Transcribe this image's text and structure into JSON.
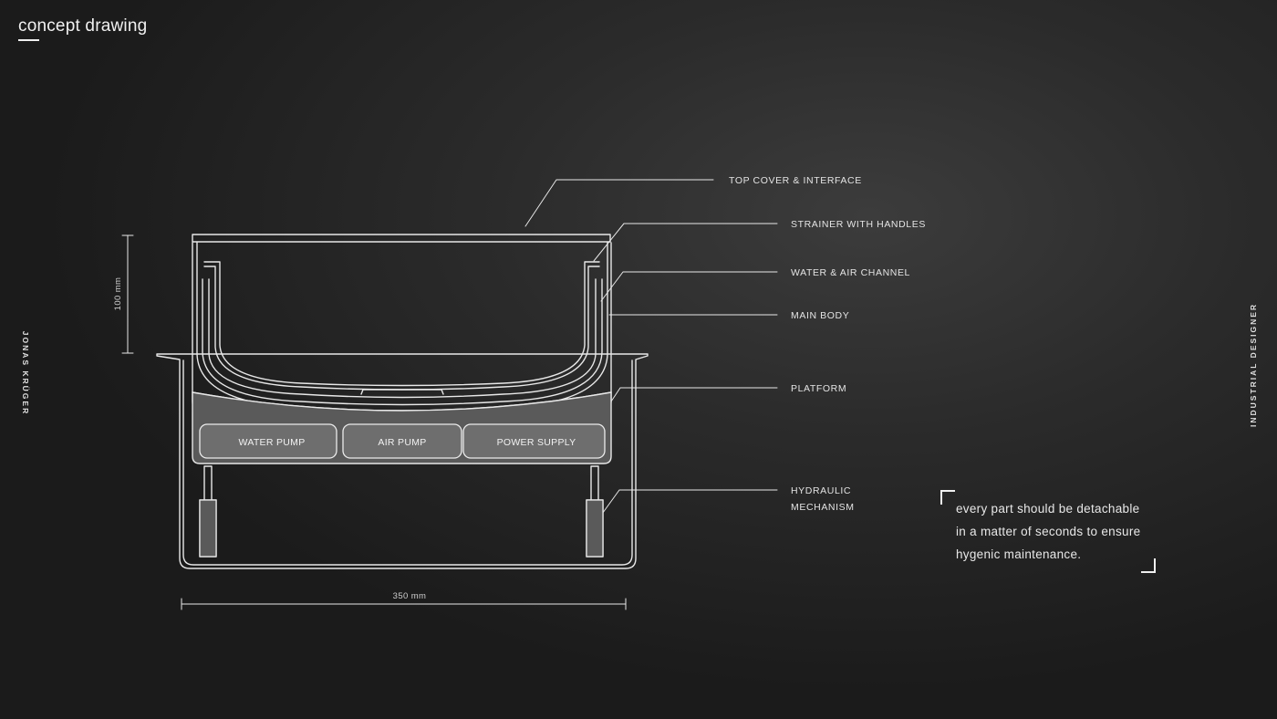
{
  "header": {
    "title": "concept drawing"
  },
  "sidebar": {
    "left_text": "JONAS KRÜGER",
    "right_text": "INDUSTRIAL DESIGNER"
  },
  "diagram": {
    "labels": {
      "top_cover": "TOP COVER & INTERFACE",
      "strainer": "STRAINER WITH HANDLES",
      "channel": "WATER & AIR CHANNEL",
      "main_body": "MAIN BODY",
      "platform": "PLATFORM",
      "hydraulic_line1": "HYDRAULIC",
      "hydraulic_line2": "MECHANISM"
    },
    "components": {
      "water_pump": "WATER PUMP",
      "air_pump": "AIR PUMP",
      "power_supply": "POWER SUPPLY"
    },
    "dimensions": {
      "height": "100 mm",
      "width": "350 mm"
    }
  },
  "quote": {
    "line1": "every part should be detachable",
    "line2": "in a matter of seconds to ensure",
    "line3": "hygenic maintenance."
  }
}
